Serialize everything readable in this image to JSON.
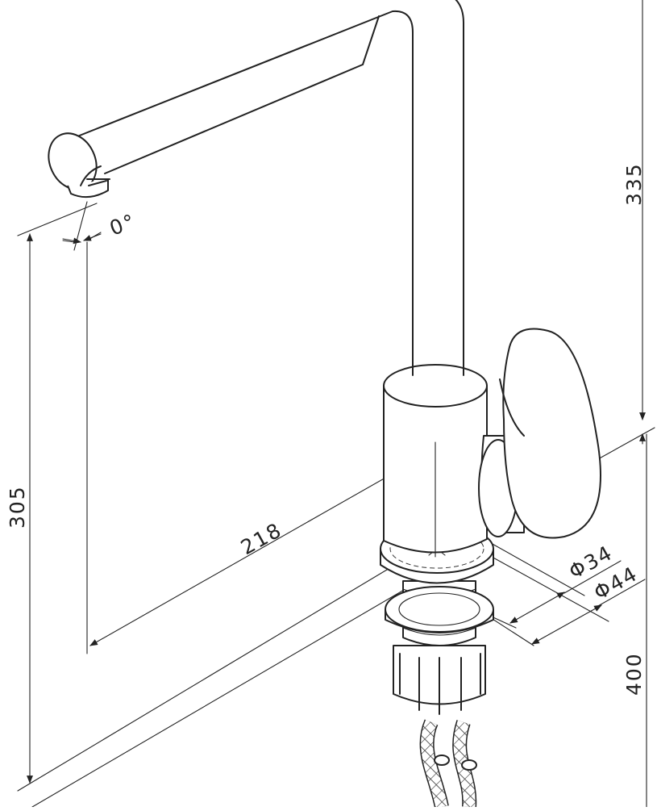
{
  "dimensions": {
    "height_305": "305",
    "spout_335": "335",
    "reach_218": "218",
    "angle_0": "0°",
    "base_dia_34": "Φ34",
    "base_dia_44": "Φ44",
    "hose_400": "400"
  },
  "colors": {
    "line": "#222222",
    "background": "#ffffff"
  }
}
